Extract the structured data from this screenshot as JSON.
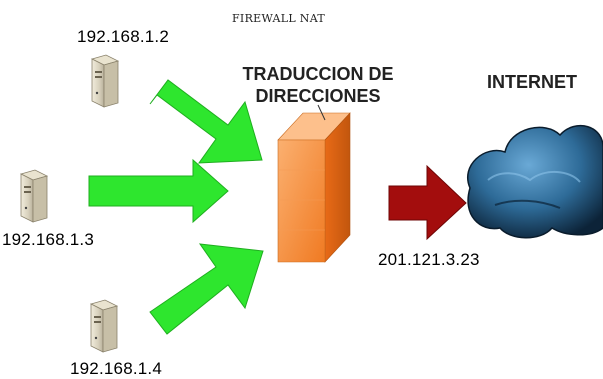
{
  "title": "FIREWALL NAT",
  "firewall": {
    "label_line1": "TRADUCCION DE",
    "label_line2": "DIRECCIONES"
  },
  "internet": {
    "label": "INTERNET"
  },
  "hosts": [
    {
      "ip": "192.168.1.2"
    },
    {
      "ip": "192.168.1.3"
    },
    {
      "ip": "192.168.1.4"
    }
  ],
  "public_ip": "201.121.3.23",
  "colors": {
    "host_arrow": "#2ee62e",
    "outbound_arrow": "#a30d0d",
    "firewall": "#f7892f",
    "cloud": "#2c5f86"
  },
  "icons": {
    "host": "server-tower-icon",
    "firewall": "firewall-wall-icon",
    "internet": "cloud-icon"
  }
}
